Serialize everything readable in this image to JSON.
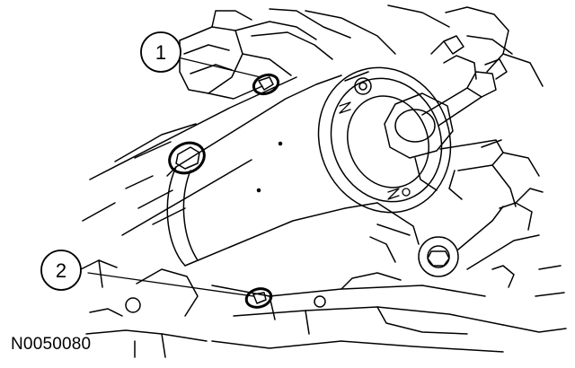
{
  "figure": {
    "id": "N0050080",
    "callouts": [
      {
        "label": "1"
      },
      {
        "label": "2"
      }
    ]
  }
}
